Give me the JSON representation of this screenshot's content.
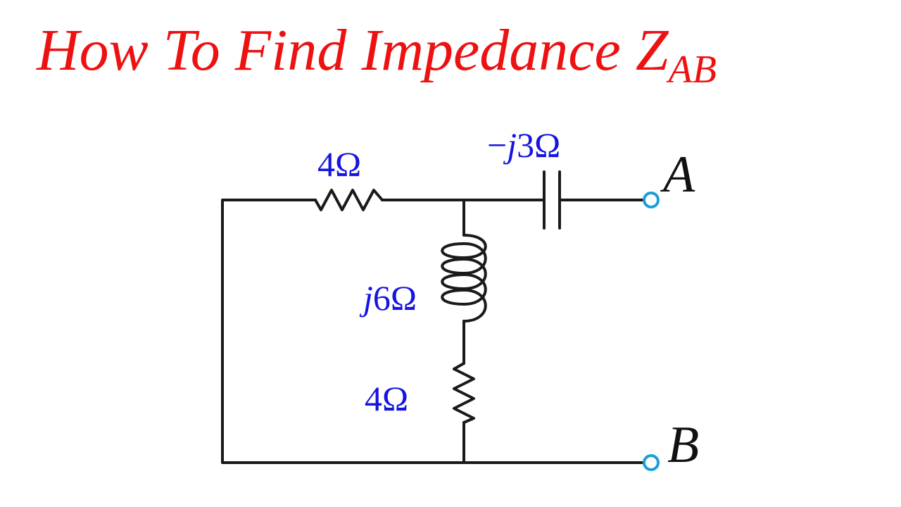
{
  "title": {
    "main": "How To Find Impedance Z",
    "subscript": "AB"
  },
  "circuit": {
    "components": {
      "top_resistor": {
        "value": "4Ω"
      },
      "capacitor": {
        "prefix": "−",
        "j": "j",
        "value": "3Ω"
      },
      "inductor": {
        "j": "j",
        "value": "6Ω"
      },
      "bottom_resistor": {
        "value": "4Ω"
      }
    },
    "terminals": {
      "a": "A",
      "b": "B"
    }
  },
  "colors": {
    "title": "#ee1111",
    "labels": "#1515e0",
    "wire": "#1a1a1a",
    "terminal": "#1a9fd8"
  }
}
